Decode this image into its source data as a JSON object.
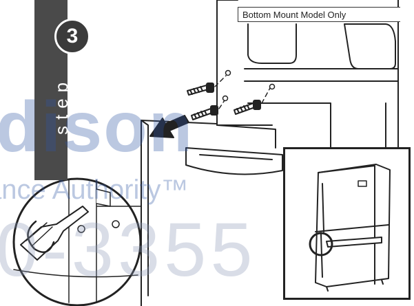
{
  "step": {
    "number": "3",
    "word": "step"
  },
  "model_label": "Bottom Mount  Model Only",
  "watermark": {
    "line1": "dison",
    "line2": "ance Authority™",
    "line3": "0-3355"
  },
  "colors": {
    "band": "#4a4a4a",
    "line": "#222222",
    "watermark": "#2f56a5"
  }
}
